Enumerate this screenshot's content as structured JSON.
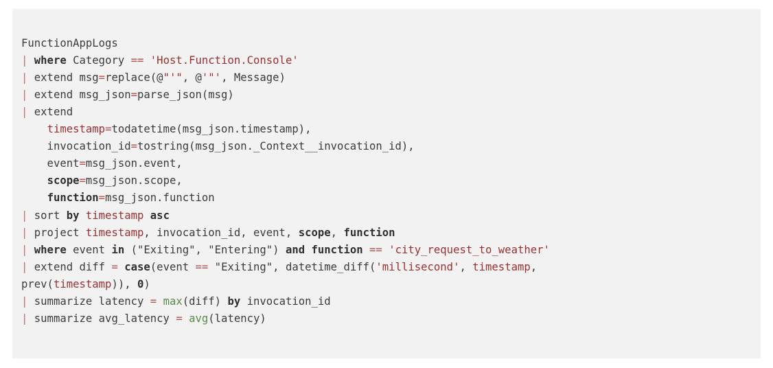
{
  "colors": {
    "page_background": "#ffffff",
    "code_background": "#f2f2f2",
    "plain_text": "#3b3b3b",
    "keyword": "#2f2f2f",
    "operator": "#b5504e",
    "string": "#9c2f2f",
    "column": "#9c2f2f",
    "function": "#5a8a4a",
    "pipe": "#c0706e"
  },
  "code_block": {
    "language": "kql",
    "plain_text": "FunctionAppLogs\n| where Category == 'Host.Function.Console'\n| extend msg=replace(@\"'\", @'\"', Message)\n| extend msg_json=parse_json(msg)\n| extend\n    timestamp=todatetime(msg_json.timestamp),\n    invocation_id=tostring(msg_json._Context__invocation_id),\n    event=msg_json.event,\n    scope=msg_json.scope,\n    function=msg_json.function\n| sort by timestamp asc\n| project timestamp, invocation_id, event, scope, function\n| where event in (\"Exiting\", \"Entering\") and function == 'city_request_to_weather'\n| extend diff = case(event == \"Exiting\", datetime_diff('millisecond', timestamp, prev(timestamp)), 0)\n| summarize latency = max(diff) by invocation_id\n| summarize avg_latency = avg(latency)",
    "lines": [
      {
        "id": "line-1-table-source",
        "tokens": [
          {
            "t": "FunctionAppLogs",
            "c": "t-plain"
          }
        ]
      },
      {
        "id": "line-2-where-category",
        "tokens": [
          {
            "t": "| ",
            "c": "t-pipe"
          },
          {
            "t": "where",
            "c": "t-kw"
          },
          {
            "t": " Category ",
            "c": "t-plain"
          },
          {
            "t": "==",
            "c": "t-op"
          },
          {
            "t": " ",
            "c": "t-plain"
          },
          {
            "t": "'Host.Function.Console'",
            "c": "t-str"
          }
        ]
      },
      {
        "id": "line-3-extend-msg",
        "tokens": [
          {
            "t": "| ",
            "c": "t-pipe"
          },
          {
            "t": "extend msg",
            "c": "t-plain"
          },
          {
            "t": "=",
            "c": "t-op"
          },
          {
            "t": "replace(@",
            "c": "t-plain"
          },
          {
            "t": "\"'\"",
            "c": "t-str"
          },
          {
            "t": ", @",
            "c": "t-plain"
          },
          {
            "t": "'\"'",
            "c": "t-str"
          },
          {
            "t": ", Message)",
            "c": "t-plain"
          }
        ]
      },
      {
        "id": "line-4-extend-msg-json",
        "tokens": [
          {
            "t": "| ",
            "c": "t-pipe"
          },
          {
            "t": "extend msg_json",
            "c": "t-plain"
          },
          {
            "t": "=",
            "c": "t-op"
          },
          {
            "t": "parse_json(msg)",
            "c": "t-plain"
          }
        ]
      },
      {
        "id": "line-5-extend",
        "tokens": [
          {
            "t": "| ",
            "c": "t-pipe"
          },
          {
            "t": "extend",
            "c": "t-plain"
          }
        ]
      },
      {
        "id": "line-6-timestamp",
        "tokens": [
          {
            "t": "    ",
            "c": "t-plain"
          },
          {
            "t": "timestamp",
            "c": "t-col"
          },
          {
            "t": "=",
            "c": "t-op"
          },
          {
            "t": "todatetime(msg_json.timestamp),",
            "c": "t-plain"
          }
        ]
      },
      {
        "id": "line-7-invocation-id",
        "tokens": [
          {
            "t": "    invocation_id",
            "c": "t-plain"
          },
          {
            "t": "=",
            "c": "t-op"
          },
          {
            "t": "tostring(msg_json._Context__invocation_id),",
            "c": "t-plain"
          }
        ]
      },
      {
        "id": "line-8-event",
        "tokens": [
          {
            "t": "    event",
            "c": "t-plain"
          },
          {
            "t": "=",
            "c": "t-op"
          },
          {
            "t": "msg_json.event,",
            "c": "t-plain"
          }
        ]
      },
      {
        "id": "line-9-scope",
        "tokens": [
          {
            "t": "    ",
            "c": "t-plain"
          },
          {
            "t": "scope",
            "c": "t-kw"
          },
          {
            "t": "=",
            "c": "t-op"
          },
          {
            "t": "msg_json.scope,",
            "c": "t-plain"
          }
        ]
      },
      {
        "id": "line-10-function",
        "tokens": [
          {
            "t": "    ",
            "c": "t-plain"
          },
          {
            "t": "function",
            "c": "t-kw"
          },
          {
            "t": "=",
            "c": "t-op"
          },
          {
            "t": "msg_json.function",
            "c": "t-plain"
          }
        ]
      },
      {
        "id": "line-11-sort",
        "tokens": [
          {
            "t": "| ",
            "c": "t-pipe"
          },
          {
            "t": "sort ",
            "c": "t-plain"
          },
          {
            "t": "by",
            "c": "t-kw"
          },
          {
            "t": " ",
            "c": "t-plain"
          },
          {
            "t": "timestamp",
            "c": "t-col"
          },
          {
            "t": " ",
            "c": "t-plain"
          },
          {
            "t": "asc",
            "c": "t-kw"
          }
        ]
      },
      {
        "id": "line-12-project",
        "tokens": [
          {
            "t": "| ",
            "c": "t-pipe"
          },
          {
            "t": "project ",
            "c": "t-plain"
          },
          {
            "t": "timestamp",
            "c": "t-col"
          },
          {
            "t": ", invocation_id, event, ",
            "c": "t-plain"
          },
          {
            "t": "scope",
            "c": "t-kw"
          },
          {
            "t": ", ",
            "c": "t-plain"
          },
          {
            "t": "function",
            "c": "t-kw"
          }
        ]
      },
      {
        "id": "line-13-where-event-in",
        "tokens": [
          {
            "t": "| ",
            "c": "t-pipe"
          },
          {
            "t": "where",
            "c": "t-kw"
          },
          {
            "t": " event ",
            "c": "t-plain"
          },
          {
            "t": "in",
            "c": "t-kw"
          },
          {
            "t": " (\"Exiting\", \"Entering\") ",
            "c": "t-plain"
          },
          {
            "t": "and",
            "c": "t-kw"
          },
          {
            "t": " ",
            "c": "t-plain"
          },
          {
            "t": "function",
            "c": "t-kw"
          },
          {
            "t": " ",
            "c": "t-plain"
          },
          {
            "t": "==",
            "c": "t-op"
          },
          {
            "t": " ",
            "c": "t-plain"
          },
          {
            "t": "'city_request_to_weather'",
            "c": "t-str"
          }
        ]
      },
      {
        "id": "line-14-extend-diff",
        "tokens": [
          {
            "t": "| ",
            "c": "t-pipe"
          },
          {
            "t": "extend diff ",
            "c": "t-plain"
          },
          {
            "t": "=",
            "c": "t-op"
          },
          {
            "t": " ",
            "c": "t-plain"
          },
          {
            "t": "case",
            "c": "t-kw"
          },
          {
            "t": "(event ",
            "c": "t-plain"
          },
          {
            "t": "==",
            "c": "t-op"
          },
          {
            "t": " \"Exiting\", datetime_diff(",
            "c": "t-plain"
          },
          {
            "t": "'millisecond'",
            "c": "t-str"
          },
          {
            "t": ", ",
            "c": "t-plain"
          },
          {
            "t": "timestamp",
            "c": "t-col"
          },
          {
            "t": ",",
            "c": "t-plain"
          }
        ]
      },
      {
        "id": "line-15-prev-wrap",
        "wrapped": true,
        "tokens": [
          {
            "t": "prev(",
            "c": "t-plain"
          },
          {
            "t": "timestamp",
            "c": "t-col"
          },
          {
            "t": ")), ",
            "c": "t-plain"
          },
          {
            "t": "0",
            "c": "t-num"
          },
          {
            "t": ")",
            "c": "t-plain"
          }
        ]
      },
      {
        "id": "line-16-summarize-latency",
        "tokens": [
          {
            "t": "| ",
            "c": "t-pipe"
          },
          {
            "t": "summarize latency ",
            "c": "t-plain"
          },
          {
            "t": "=",
            "c": "t-op"
          },
          {
            "t": " ",
            "c": "t-plain"
          },
          {
            "t": "max",
            "c": "t-func"
          },
          {
            "t": "(diff) ",
            "c": "t-plain"
          },
          {
            "t": "by",
            "c": "t-kw"
          },
          {
            "t": " invocation_id",
            "c": "t-plain"
          }
        ]
      },
      {
        "id": "line-17-summarize-avg",
        "tokens": [
          {
            "t": "| ",
            "c": "t-pipe"
          },
          {
            "t": "summarize avg_latency ",
            "c": "t-plain"
          },
          {
            "t": "=",
            "c": "t-op"
          },
          {
            "t": " ",
            "c": "t-plain"
          },
          {
            "t": "avg",
            "c": "t-func"
          },
          {
            "t": "(latency)",
            "c": "t-plain"
          }
        ]
      }
    ]
  }
}
